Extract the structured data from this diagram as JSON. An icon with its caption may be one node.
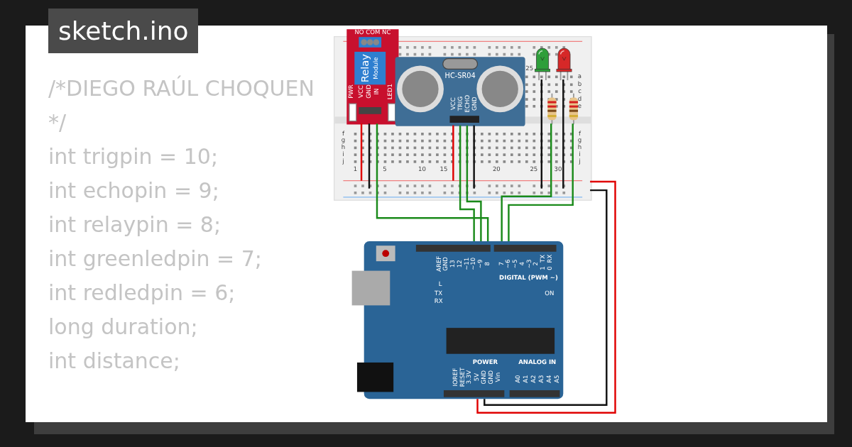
{
  "diagram": {
    "title": "sketch.ino",
    "nodes": [
      {
        "text": [
          "25",
          "a",
          "b",
          "c",
          "d",
          "e",
          "f",
          "f",
          "g",
          "g",
          "h",
          "h",
          "i",
          "i",
          "j",
          "j",
          "1",
          "5",
          "10",
          "15",
          "20",
          "25",
          "30"
        ]
      },
      {
        "text": [
          "NO COM NC",
          "Relay",
          "Module",
          "PWR",
          "VCC",
          "GND",
          "IN",
          "LED1"
        ],
        "in": 0
      },
      {
        "text": [
          "HC-SR04",
          "VCC",
          "TRIG",
          "ECHO",
          "GND"
        ],
        "in": 0
      },
      {
        "text": [],
        "shape": "picture",
        "in": 0
      },
      {
        "text": [],
        "shape": "picture",
        "in": 0
      },
      {
        "text": [],
        "shape": "picture",
        "in": 0
      },
      {
        "text": [],
        "shape": "picture",
        "in": 0
      },
      {
        "text": [
          "AREF",
          "GND",
          "13",
          "12",
          "~11",
          "~10",
          "~9",
          "8",
          "7",
          "~6",
          "~5",
          "4",
          "~3",
          "2",
          "TX",
          "1",
          "RX",
          "0",
          "DIGITAL (PWM ~)",
          "L",
          "TX",
          "RX",
          "ON",
          "IOREF",
          "RESET",
          "3.3V",
          "5V",
          "GND",
          "GND",
          "Vin",
          "POWER",
          "ANALOG IN",
          "A0",
          "A1",
          "A2",
          "A3",
          "A4",
          "A5"
        ]
      }
    ],
    "edges": [
      {
        "from": 1,
        "to": 7,
        "arrow": "none",
        "color": "#1a8a1a"
      },
      {
        "from": 2,
        "to": 7,
        "arrow": "none",
        "color": "#1a8a1a"
      },
      {
        "from": 2,
        "to": 7,
        "arrow": "none",
        "color": "#1a8a1a"
      },
      {
        "from": 5,
        "to": 7,
        "arrow": "none",
        "color": "#1a8a1a"
      },
      {
        "from": 6,
        "to": 7,
        "arrow": "none",
        "color": "#1a8a1a"
      },
      {
        "from": 7,
        "to": 0,
        "arrow": "none",
        "color": "#e00000"
      },
      {
        "from": 7,
        "to": 0,
        "arrow": "none",
        "color": "#111111"
      },
      {
        "from": 1,
        "to": 0,
        "arrow": "none",
        "color": "#e00000"
      },
      {
        "from": 1,
        "to": 0,
        "arrow": "none",
        "color": "#111111"
      },
      {
        "from": 2,
        "to": 0,
        "arrow": "none",
        "color": "#e00000"
      },
      {
        "from": 2,
        "to": 0,
        "arrow": "none",
        "color": "#111111"
      },
      {
        "from": 3,
        "to": 0,
        "arrow": "none",
        "color": "#111111"
      },
      {
        "from": 4,
        "to": 0,
        "arrow": "none",
        "color": "#111111"
      }
    ],
    "labels": [
      "/*DIEGO RAÚL CHOQUEN",
      "*/",
      "int trigpin = 10;",
      "int echopin = 9;",
      "int relaypin = 8;",
      "int greenledpin = 7;",
      "int redledpin = 6;",
      "long duration;",
      "int distance;"
    ]
  }
}
